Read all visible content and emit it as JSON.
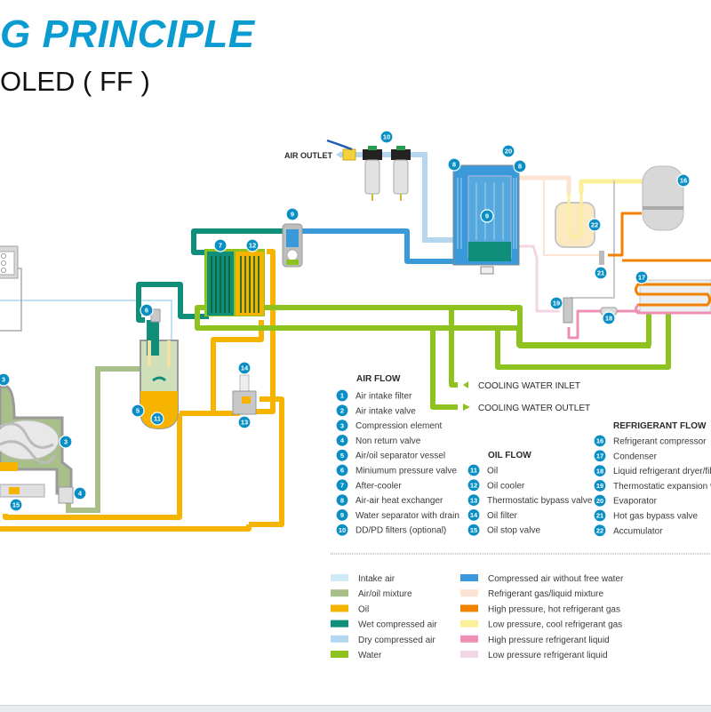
{
  "header": {
    "title": "G PRINCIPLE",
    "subtitle": "OLED ( FF )"
  },
  "callouts": {
    "air_outlet": "AIR OUTLET",
    "cooling_water_inlet": "COOLING WATER INLET",
    "cooling_water_outlet": "COOLING WATER OUTLET"
  },
  "badge_color": "#0a8fc4",
  "legend_groups": {
    "air_flow": {
      "title": "AIR FLOW",
      "items": [
        {
          "num": "1",
          "label": "Air intake filter"
        },
        {
          "num": "2",
          "label": "Air intake valve"
        },
        {
          "num": "3",
          "label": "Compression element"
        },
        {
          "num": "4",
          "label": "Non return valve"
        },
        {
          "num": "5",
          "label": "Air/oil separator vessel"
        },
        {
          "num": "6",
          "label": "Miniumum pressure valve"
        },
        {
          "num": "7",
          "label": "After-cooler"
        },
        {
          "num": "8",
          "label": "Air-air heat exchanger"
        },
        {
          "num": "9",
          "label": "Water separator with drain"
        },
        {
          "num": "10",
          "label": "DD/PD filters (optional)"
        }
      ]
    },
    "oil_flow": {
      "title": "OIL FLOW",
      "items": [
        {
          "num": "11",
          "label": "Oil"
        },
        {
          "num": "12",
          "label": "Oil cooler"
        },
        {
          "num": "13",
          "label": "Thermostatic bypass valve"
        },
        {
          "num": "14",
          "label": "Oil filter"
        },
        {
          "num": "15",
          "label": "Oil stop valve"
        }
      ]
    },
    "refrigerant_flow": {
      "title": "REFRIGERANT FLOW",
      "items": [
        {
          "num": "16",
          "label": "Refrigerant compressor"
        },
        {
          "num": "17",
          "label": "Condenser"
        },
        {
          "num": "18",
          "label": "Liquid refrigerant dryer/filter"
        },
        {
          "num": "19",
          "label": "Thermostatic expansion valve"
        },
        {
          "num": "20",
          "label": "Evaporator"
        },
        {
          "num": "21",
          "label": "Hot gas bypass valve"
        },
        {
          "num": "22",
          "label": "Accumulator"
        }
      ]
    }
  },
  "color_legend": {
    "left": [
      {
        "label": "Intake air",
        "color": "#cfe9f7"
      },
      {
        "label": "Air/oil mixture",
        "color": "#a8bf8a"
      },
      {
        "label": "Oil",
        "color": "#f6b400"
      },
      {
        "label": "Wet compressed air",
        "color": "#0f8f7a"
      },
      {
        "label": "Dry compressed air",
        "color": "#b4d6ef"
      },
      {
        "label": "Water",
        "color": "#8dc21f"
      }
    ],
    "right": [
      {
        "label": "Compressed air without free water",
        "color": "#3a9ad9"
      },
      {
        "label": "Refrigerant gas/liquid mixture",
        "color": "#fde3d2"
      },
      {
        "label": "High pressure, hot refrigerant gas",
        "color": "#f08200"
      },
      {
        "label": "Low pressure, cool refrigerant gas",
        "color": "#fbef9a"
      },
      {
        "label": "High pressure refrigerant liquid",
        "color": "#ef8fb5"
      },
      {
        "label": "Low pressure refrigerant liquid",
        "color": "#f3d6e6"
      }
    ]
  }
}
